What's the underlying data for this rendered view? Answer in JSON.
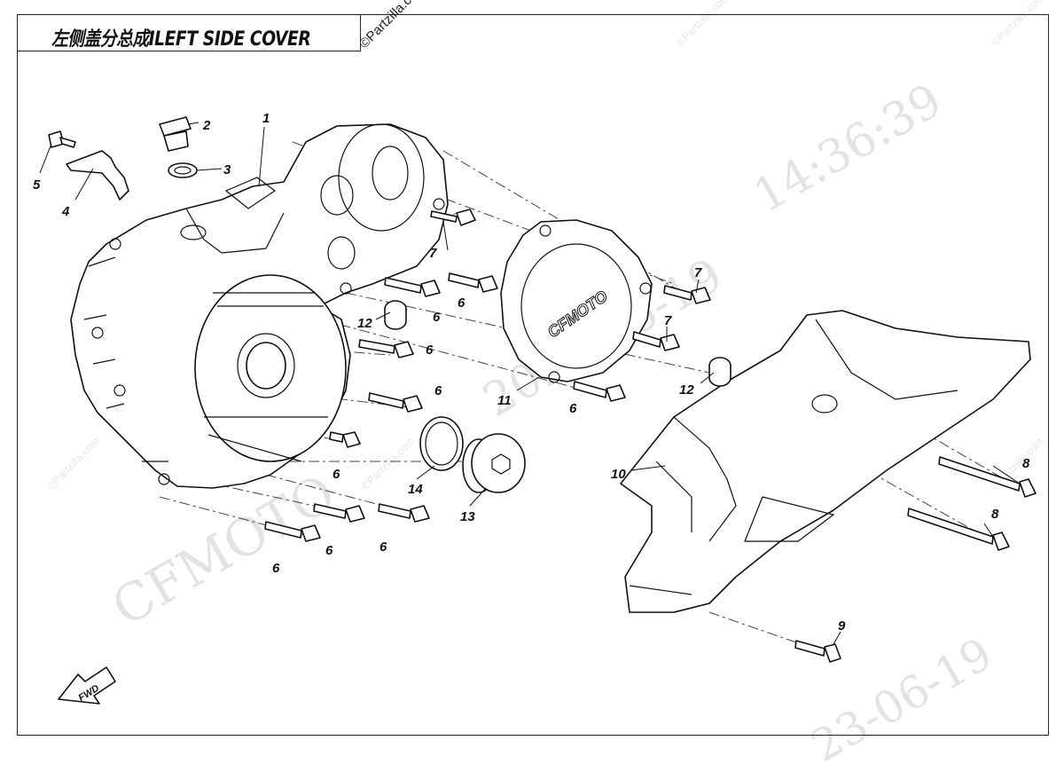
{
  "header": {
    "title": "左侧盖分总成ILEFT SIDE COVER",
    "copyright": "©Partzilla.com"
  },
  "watermarks": {
    "brand": "CFMOTO",
    "date_time": "14:36:39",
    "date_year": "2023-06-19",
    "date_bottom": "23-06-19",
    "site": "©Partzilla.com"
  },
  "fwd_label": "FWD",
  "callouts": [
    {
      "id": "1",
      "label": "1"
    },
    {
      "id": "2",
      "label": "2"
    },
    {
      "id": "3",
      "label": "3"
    },
    {
      "id": "4",
      "label": "4"
    },
    {
      "id": "5",
      "label": "5"
    },
    {
      "id": "6",
      "label": "6"
    },
    {
      "id": "7",
      "label": "7"
    },
    {
      "id": "8",
      "label": "8"
    },
    {
      "id": "9",
      "label": "9"
    },
    {
      "id": "10",
      "label": "10"
    },
    {
      "id": "11",
      "label": "11"
    },
    {
      "id": "12",
      "label": "12"
    },
    {
      "id": "13",
      "label": "13"
    },
    {
      "id": "14",
      "label": "14"
    }
  ],
  "cover_logo": "CFMOTO"
}
